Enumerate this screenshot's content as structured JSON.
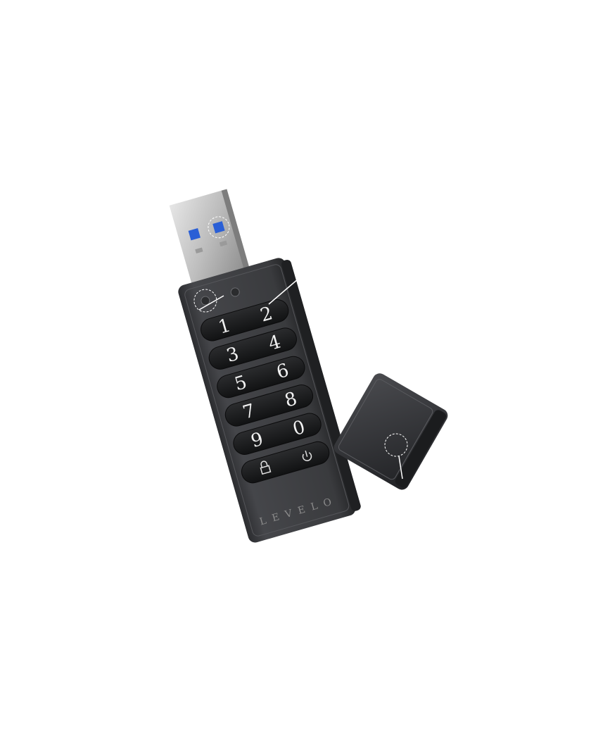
{
  "product": {
    "brand_name": "LEVELO",
    "keypad": {
      "rows": [
        [
          "1",
          "2"
        ],
        [
          "3",
          "4"
        ],
        [
          "5",
          "6"
        ],
        [
          "7",
          "8"
        ],
        [
          "9",
          "0"
        ]
      ],
      "function_keys": [
        "lock-icon",
        "power-icon"
      ]
    },
    "indicator_leds": [
      "lock-status-led",
      "unlock-status-led"
    ],
    "colors": {
      "body": "#3c3d40",
      "body_edge": "#2a2b2d",
      "key": "#1e1f21",
      "connector_metal": "#c9c9c9",
      "usb_contact_blue": "#2a5fd6",
      "cap": "#2f3033"
    }
  }
}
